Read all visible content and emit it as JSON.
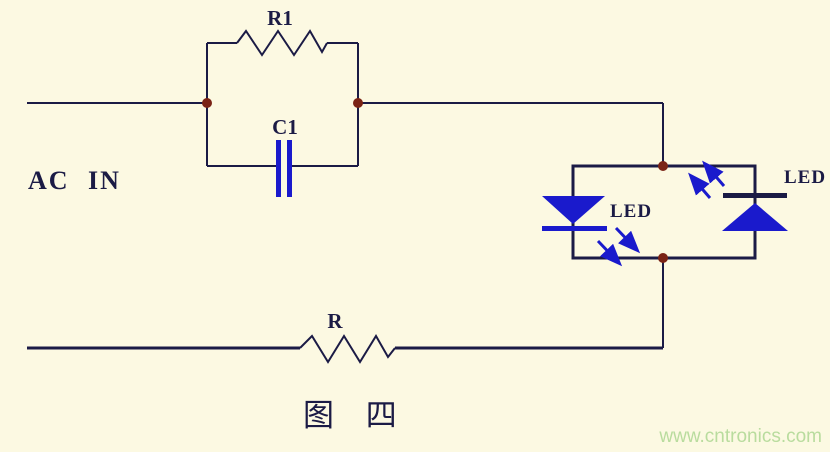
{
  "diagram": {
    "type": "circuit-schematic",
    "caption": "图 四",
    "watermark": "www.cntronics.com",
    "labels": {
      "input": "AC IN",
      "r1": "R1",
      "c1": "C1",
      "r": "R",
      "led_left": "LED",
      "led_right": "LED"
    },
    "components": [
      {
        "ref": "R1",
        "type": "resistor",
        "note": "top branch, in parallel with C1"
      },
      {
        "ref": "C1",
        "type": "capacitor",
        "note": "top branch, in parallel with R1"
      },
      {
        "ref": "LED",
        "type": "led",
        "note": "left diode of anti-parallel pair, cathode down, emission arrows down-right"
      },
      {
        "ref": "LED",
        "type": "led",
        "note": "right diode of anti-parallel pair, cathode up, emission arrows up-left"
      },
      {
        "ref": "R",
        "type": "resistor",
        "note": "bottom return line"
      }
    ],
    "colors": {
      "background": "#fcf9e2",
      "wire": "#1b1b45",
      "device_blue": "#1a1acc",
      "junction_dot": "#7a2315",
      "label_text": "#1b1b45",
      "watermark": "#b9dc9e"
    }
  }
}
